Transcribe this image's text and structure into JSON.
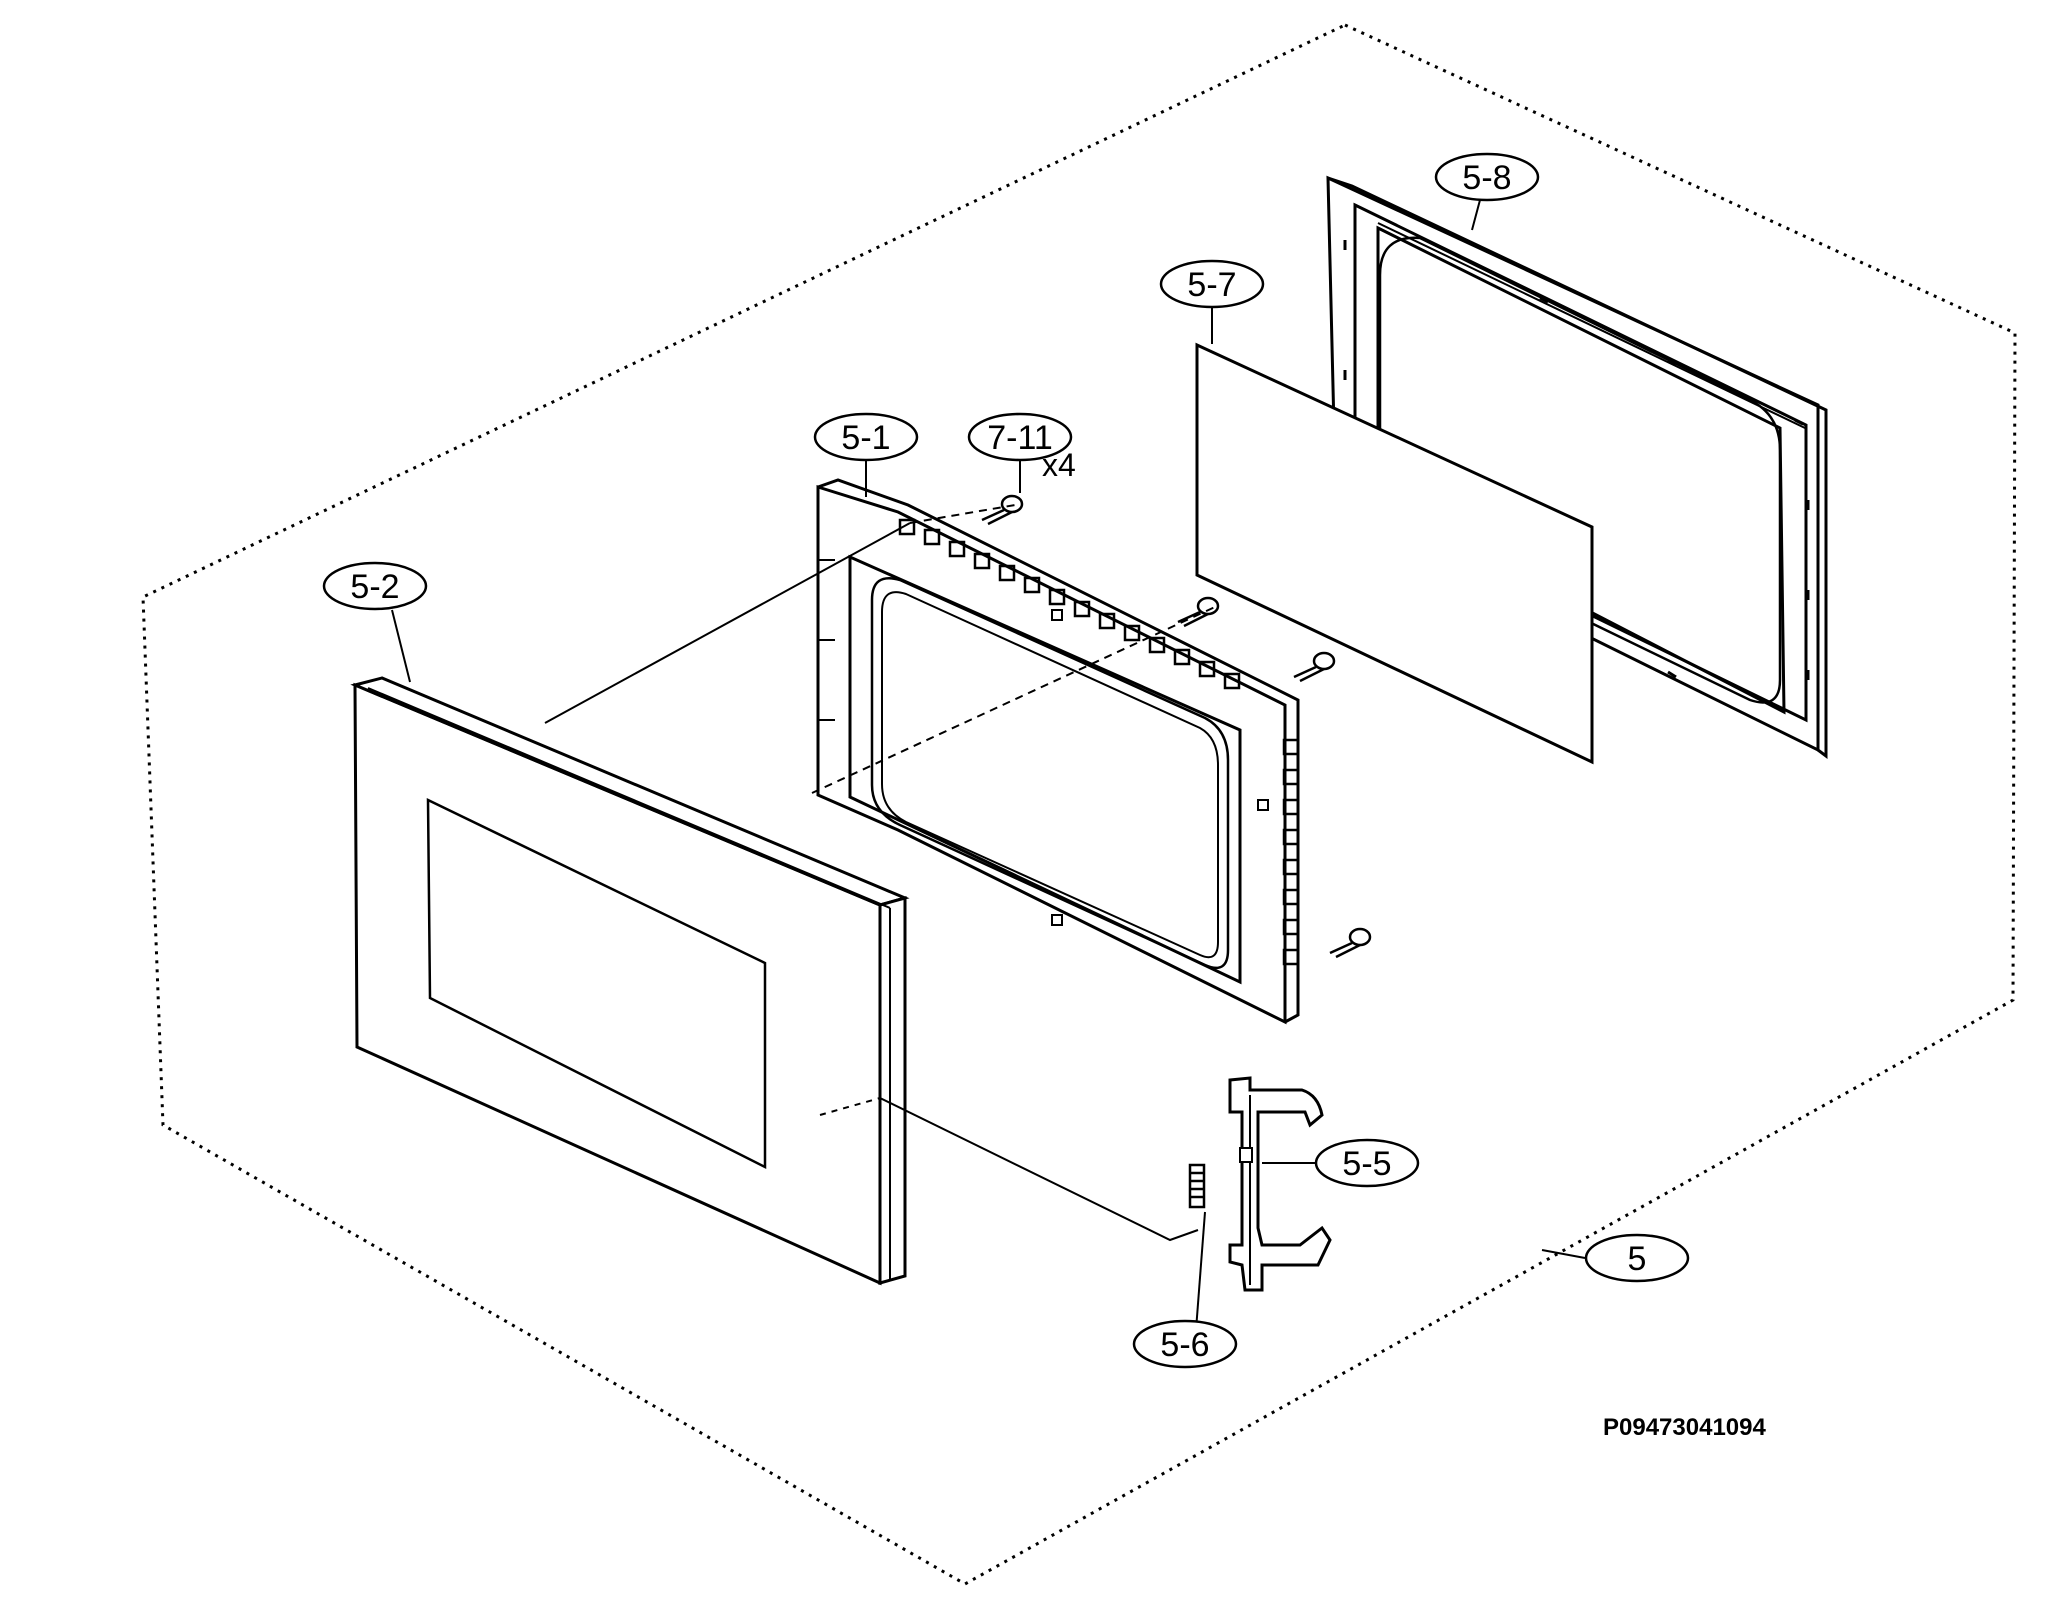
{
  "callouts": {
    "p5_1": "5-1",
    "p5_2": "5-2",
    "p5_5": "5-5",
    "p5_6": "5-6",
    "p5_7": "5-7",
    "p5_8": "5-8",
    "p7_11": "7-11",
    "p5": "5"
  },
  "quantity_note": "x4",
  "drawing_code": "P09473041094",
  "colors": {
    "line": "#000000",
    "panel_fill": "#ffffff",
    "background": "#ffffff"
  }
}
